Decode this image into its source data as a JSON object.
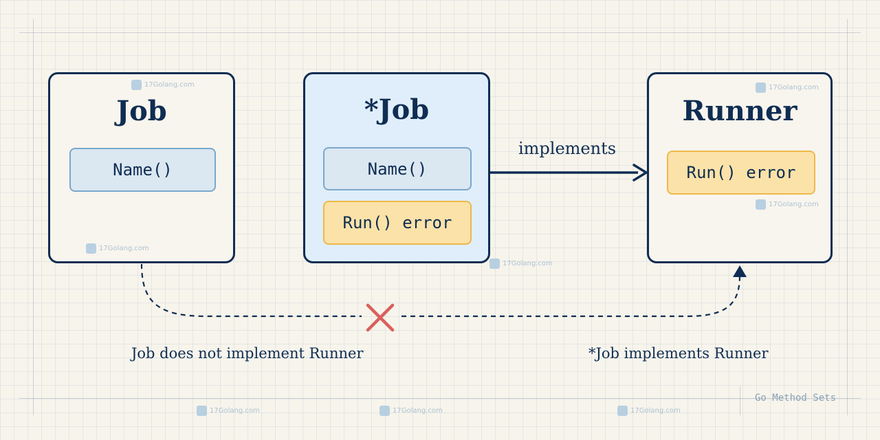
{
  "boxes": {
    "job": {
      "title": "Job",
      "methods": [
        "Name()"
      ]
    },
    "job_ptr": {
      "title": "*Job",
      "methods": [
        "Name()",
        "Run() error"
      ]
    },
    "runner": {
      "title": "Runner",
      "methods": [
        "Run() error"
      ]
    }
  },
  "edges": {
    "implements_label": "implements",
    "job_fail_label": "Job does not implement Runner",
    "job_ptr_ok_label": "*Job implements Runner"
  },
  "footer_tag": "Go Method Sets",
  "watermark": "17Golang.com",
  "colors": {
    "ink": "#0f2d52",
    "name_method_fill": "#dbe7f1",
    "run_method_fill": "#fbe2a8",
    "pointer_box_fill": "#dfeefa",
    "cross": "#d9605e"
  }
}
